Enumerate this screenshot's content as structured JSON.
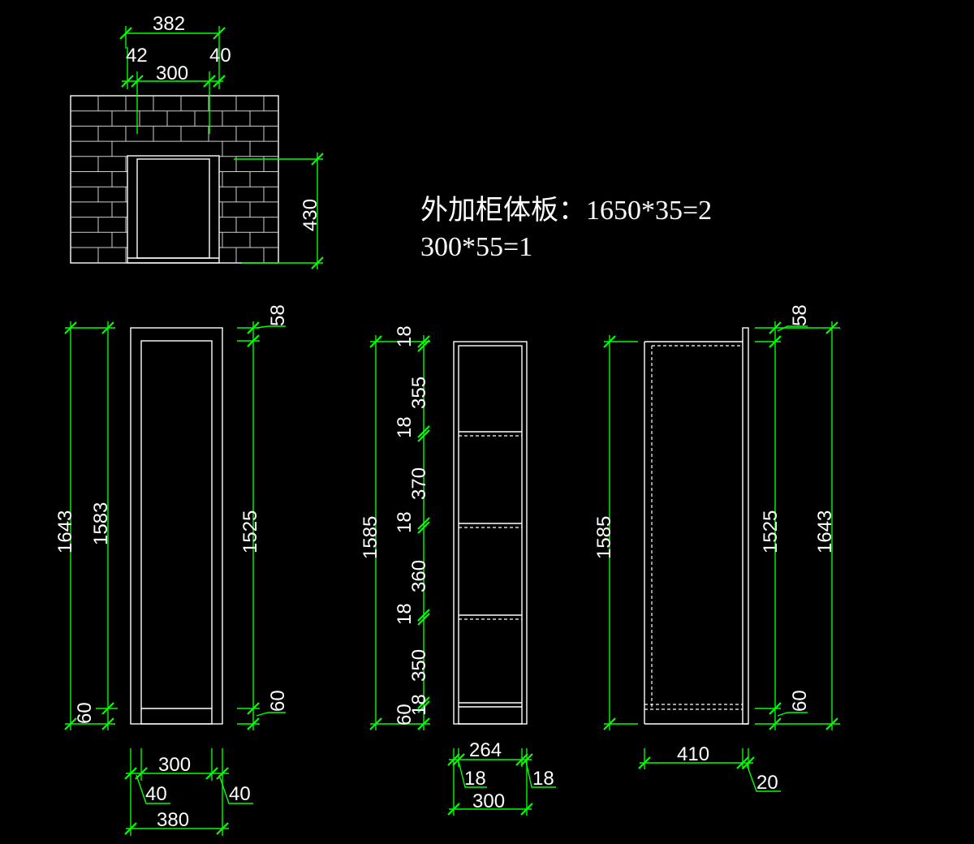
{
  "colors": {
    "background": "#000000",
    "outline": "#ffffff",
    "dimension": "#00ff00"
  },
  "note": {
    "line1": "外加柜体板：1650*35=2",
    "line2": "300*55=1"
  },
  "top_view": {
    "overall_width": "382",
    "left_side": "42",
    "inner_width": "300",
    "right_side": "40",
    "height": "430"
  },
  "front_view": {
    "left_total": "1643",
    "left_inner": "1583",
    "left_bottom": "60",
    "right_top": "58",
    "right_middle": "1525",
    "right_bottom": "60",
    "bottom_inner": "300",
    "bottom_left_side": "40",
    "bottom_right_side": "40",
    "bottom_total": "380"
  },
  "section_view": {
    "height": "1585",
    "top_panel": "18",
    "bay1": "355",
    "shelf1": "18",
    "bay2": "370",
    "shelf2": "18",
    "bay3": "360",
    "shelf3": "18",
    "bay4": "350",
    "bottom_panel": "18",
    "kick": "60",
    "inner_width": "264",
    "left_panel": "18",
    "right_panel": "18",
    "total_width": "300"
  },
  "side_view": {
    "height": "1585",
    "right_top": "58",
    "right_middle": "1525",
    "right_bottom": "60",
    "right_total": "1643",
    "depth": "410",
    "back_thickness": "20"
  }
}
